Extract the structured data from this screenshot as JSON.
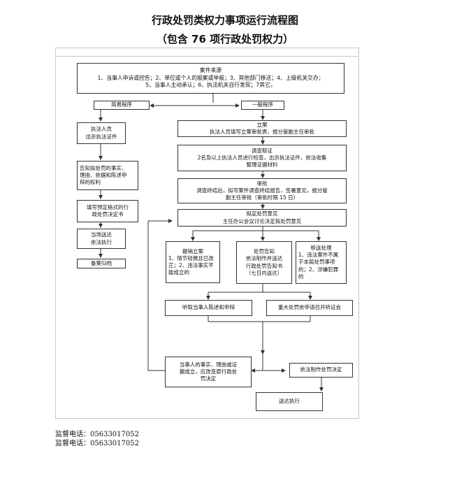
{
  "title": "行政处罚类权力事项运行流程图",
  "subtitle": "（包含 76 项行政处罚权力）",
  "source": {
    "title": "案件来源",
    "line1": "1、当事人申诉或控告；2、单位或个人的报案或举报；3、其他部门移送；4、上级机关交办；",
    "line2": "5、当事人主动承认；6、执法机关自行发现；7其它。"
  },
  "simple_label": "简易程序",
  "general_label": "一般程序",
  "simple": {
    "step1": [
      "执法人员",
      "出示执法证件"
    ],
    "step2": [
      "告知拟处罚的事实、",
      "理由、依据和陈述申",
      "辩的权利"
    ],
    "step3": [
      "填写预定格式的行",
      "政处罚决定书"
    ],
    "step4": [
      "当场送达",
      "依法执行"
    ],
    "step5": "备案归档"
  },
  "general": {
    "lian": {
      "title": "立案",
      "text": "执法人员填写立案审批表，报分管副主任审批"
    },
    "diaocha": {
      "title": "调查取证",
      "line1": "2名及以上执法人员进行检查，出示执法证件，依法收集",
      "line2": "整理证据材料"
    },
    "shenpi": {
      "title": "审批",
      "line1": "调查终结后，拟写案件调查终结报告，签署意见，报分管",
      "line2": "副主任审批（审批时限 15 日）"
    },
    "niding": {
      "title": "拟定处罚意见",
      "text": "主任办公会议讨论决定拟处罚意见"
    },
    "chexiao": {
      "title": "撤销立案",
      "lines": [
        "1、情节轻微且已改",
        "正；2、违法事实不",
        "能成立的"
      ]
    },
    "gaozhi": {
      "title": "处罚告知",
      "lines": [
        "依法制作并送达",
        "行政处罚告知书",
        "（七日内送达）"
      ]
    },
    "yisong": {
      "title": "移送处理",
      "lines": [
        "1、违法案件不属",
        "于本局处罚事项",
        "的；2、涉嫌犯罪",
        "的"
      ]
    },
    "tingqu": "听取当事人陈述和申辩",
    "tingzheng": "重大处罚依申请召开听证会",
    "chengli": [
      "当事人的事实、理由或证",
      "据成立，应改变原行政处",
      "罚决定"
    ],
    "zhizuo": "依法制作处罚决定",
    "songda": "送达执行"
  },
  "supervision": [
    {
      "label": "监督电话：",
      "number": "05633017052"
    },
    {
      "label": "监督电话：",
      "number": "05633017052"
    }
  ]
}
